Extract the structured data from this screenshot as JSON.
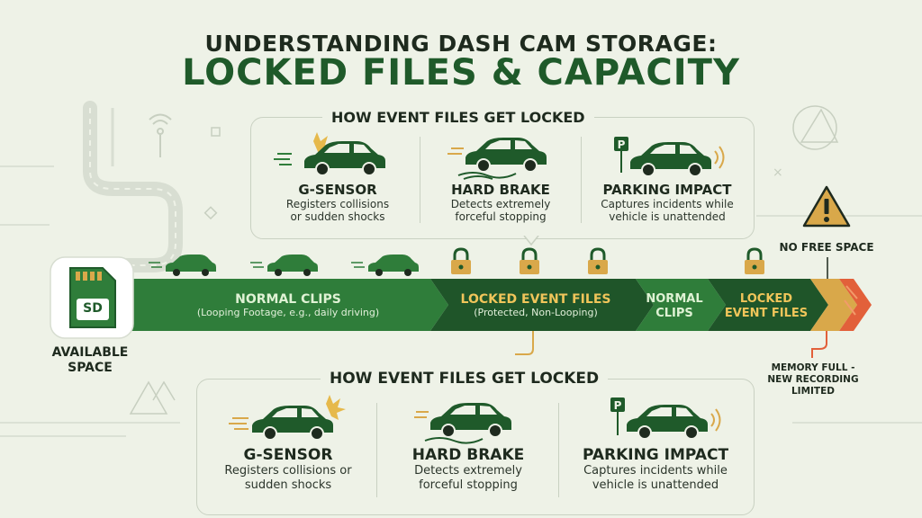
{
  "title": {
    "line1": "UNDERSTANDING DASH CAM STORAGE:",
    "line2": "LOCKED FILES & CAPACITY"
  },
  "top_panel": {
    "heading": "HOW EVENT FILES GET LOCKED",
    "items": [
      {
        "name": "G-SENSOR",
        "desc_line1": "Registers collisions",
        "desc_line2": "or sudden shocks"
      },
      {
        "name": "HARD BRAKE",
        "desc_line1": "Detects extremely",
        "desc_line2": "forceful stopping"
      },
      {
        "name": "PARKING IMPACT",
        "desc_line1": "Captures incidents while",
        "desc_line2": "vehicle is unattended"
      }
    ]
  },
  "bottom_panel": {
    "heading": "HOW EVENT FILES GET LOCKED",
    "items": [
      {
        "name": "G-SENSOR",
        "desc_line1": "Registers collisions or",
        "desc_line2": "sudden shocks"
      },
      {
        "name": "HARD BRAKE",
        "desc_line1": "Detects extremely",
        "desc_line2": "forceful stopping"
      },
      {
        "name": "PARKING IMPACT",
        "desc_line1": "Captures incidents while",
        "desc_line2": "vehicle is unattended"
      }
    ]
  },
  "sd_card": {
    "label": "SD"
  },
  "available_space": {
    "line1": "AVAILABLE",
    "line2": "SPACE"
  },
  "timeline": {
    "normal1": {
      "title": "NORMAL CLIPS",
      "sub": "(Looping Footage, e.g., daily driving)"
    },
    "locked1": {
      "title": "LOCKED EVENT FILES",
      "sub": "(Protected, Non-Looping)"
    },
    "normal2": {
      "line1": "NORMAL",
      "line2": "CLIPS"
    },
    "locked2": {
      "line1": "LOCKED",
      "line2": "EVENT FILES"
    }
  },
  "no_free_space": "NO FREE SPACE",
  "memory_full": {
    "line1": "MEMORY FULL -",
    "line2": "NEW RECORDING",
    "line3": "LIMITED"
  },
  "colors": {
    "background": "#eef2e7",
    "normal_green": "#2f7d3a",
    "locked_dark": "#1f5529",
    "gold": "#d9a84a",
    "orange": "#e2603a",
    "title_green": "#1f5a2a"
  }
}
